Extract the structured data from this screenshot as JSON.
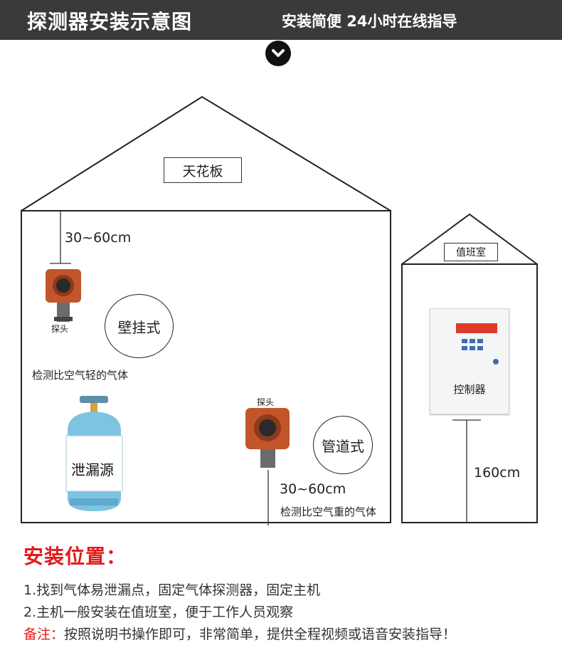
{
  "header": {
    "title": "探测器安装示意图",
    "subtitle": "安装简便  24小时在线指导"
  },
  "icons": {
    "down": "chevron-down-icon"
  },
  "main_house": {
    "roof_label": "天花板",
    "ceiling_distance": "30~60cm",
    "wall_probe_label": "探头",
    "wall_mount_label": "壁挂式",
    "wall_gas_note": "检测比空气轻的气体",
    "leak_source_label": "泄漏源",
    "pipe_probe_label": "探头",
    "pipe_mount_label": "管道式",
    "floor_distance": "30~60cm",
    "pipe_gas_note": "检测比空气重的气体"
  },
  "duty_room": {
    "roof_label": "值班室",
    "controller_label": "控制器",
    "height": "160cm"
  },
  "install": {
    "title": "安装位置：",
    "line1": "1.找到气体易泄漏点，固定气体探测器，固定主机",
    "line2": "2.主机一般安装在值班室，便于工作人员观察",
    "note_label": "备注：",
    "note_text": "按照说明书操作即可，非常简单，提供全程视频或语音安装指导！"
  },
  "colors": {
    "header_bg": "#3a3a3a",
    "accent_red": "#e11b1b",
    "cylinder_blue": "#7dc3e2",
    "probe_orange": "#c2552a"
  }
}
